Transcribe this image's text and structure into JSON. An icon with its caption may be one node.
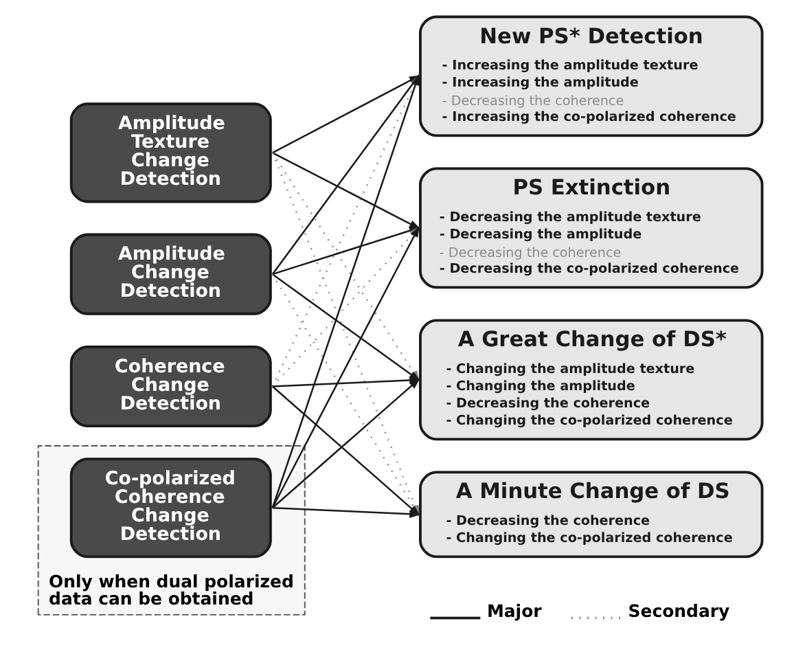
{
  "diagram": {
    "nodes": [
      {
        "text": [
          "Amplitude Texture Change Detection"
        ]
      },
      {
        "text": [
          "Amplitude Change Detection"
        ]
      },
      {
        "text": [
          "Coherence Change Detection"
        ]
      },
      {
        "text": [
          "Only when dual polarized data can be obtained"
        ]
      },
      {
        "text": [
          "Co-polarized Coherence Change Detection"
        ],
        "in": 3
      },
      {
        "text": [
          "New PS* Detection",
          "- Increasing the amplitude texture",
          "- Increasing the amplitude",
          "- Decreasing the coherence",
          "- Increasing the co-polarized coherence"
        ]
      },
      {
        "text": [
          "PS Extinction",
          "- Decreasing the amplitude texture",
          "- Decreasing the amplitude",
          "- Decreasing the coherence",
          "- Decreasing the co-polarized coherence"
        ]
      },
      {
        "text": [
          "A Great Change of DS*",
          "- Changing the amplitude texture",
          "- Changing the amplitude",
          "- Decreasing the coherence",
          "- Changing the co-polarized coherence"
        ]
      },
      {
        "text": [
          "A Minute Change of DS",
          "- Decreasing the coherence",
          "- Changing the co-polarized coherence"
        ]
      }
    ],
    "edges": [
      {
        "from": 0,
        "to": 5,
        "arrow": "to"
      },
      {
        "from": 0,
        "to": 6,
        "arrow": "to"
      },
      {
        "from": 0,
        "to": 7,
        "arrow": "to",
        "style": "dashed",
        "color": "#888888"
      },
      {
        "from": 0,
        "to": 8,
        "arrow": "to",
        "style": "dashed",
        "color": "#888888"
      },
      {
        "from": 1,
        "to": 5,
        "arrow": "to"
      },
      {
        "from": 1,
        "to": 6,
        "arrow": "to"
      },
      {
        "from": 1,
        "to": 7,
        "arrow": "to"
      },
      {
        "from": 1,
        "to": 8,
        "arrow": "to",
        "style": "dashed",
        "color": "#888888"
      },
      {
        "from": 2,
        "to": 5,
        "arrow": "to",
        "style": "dashed",
        "color": "#888888"
      },
      {
        "from": 2,
        "to": 6,
        "arrow": "to",
        "style": "dashed",
        "color": "#888888"
      },
      {
        "from": 2,
        "to": 7,
        "arrow": "to"
      },
      {
        "from": 2,
        "to": 8,
        "arrow": "to"
      },
      {
        "from": 4,
        "to": 5,
        "arrow": "to"
      },
      {
        "from": 4,
        "to": 6,
        "arrow": "to"
      },
      {
        "from": 4,
        "to": 7,
        "arrow": "to"
      },
      {
        "from": 4,
        "to": 8,
        "arrow": "to"
      }
    ],
    "legend": [
      {
        "text": "Major"
      },
      {
        "text": "Secondary"
      }
    ]
  }
}
